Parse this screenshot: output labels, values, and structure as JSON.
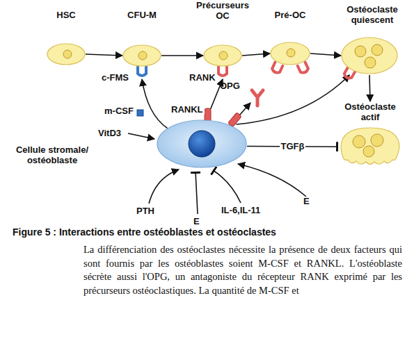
{
  "diagram": {
    "title": "Figure 5 : Interactions entre ostéoblastes et ostéoclastes",
    "caption": "La différenciation des ostéoclastes nécessite la présence de deux facteurs qui sont fournis par les ostéoblastes soient M-CSF et RANKL. L'ostéoblaste sécrète aussi l'OPG, un antagoniste du récepteur RANK exprimé par les précurseurs ostéoclastiques. La quantité de M-CSF et",
    "nodes": [
      {
        "text": [
          "HSC"
        ]
      },
      {
        "text": [
          "CFU-M"
        ]
      },
      {
        "text": [
          "Précurseurs OC"
        ]
      },
      {
        "text": [
          "Pré-OC"
        ]
      },
      {
        "text": [
          "Ostéoclaste quiescent"
        ]
      },
      {
        "text": [
          "Ostéoclaste actif"
        ]
      },
      {
        "text": [
          "Cellule stromale/ ostéoblaste"
        ]
      }
    ],
    "edges": [
      {
        "from": 0,
        "to": 1,
        "arrow": "to"
      },
      {
        "from": 1,
        "to": 2,
        "arrow": "to"
      },
      {
        "from": 2,
        "to": 3,
        "arrow": "to"
      },
      {
        "from": 3,
        "to": 4,
        "arrow": "to"
      },
      {
        "from": 4,
        "to": 5,
        "arrow": "to"
      },
      {
        "from": 6,
        "to": 1,
        "label": "m-CSF",
        "arrow": "to"
      },
      {
        "from": 6,
        "to": 2,
        "label": "RANKL",
        "arrow": "to"
      },
      {
        "from": 6,
        "to": 4,
        "arrow": "to"
      },
      {
        "from": 6,
        "to": 5,
        "label": "TGFβ",
        "arrow": "to"
      }
    ],
    "labels": [
      "c-FMS",
      "RANK",
      "OPG",
      "VitD3",
      "PTH",
      "E",
      "IL-6,IL-11",
      "E"
    ]
  }
}
